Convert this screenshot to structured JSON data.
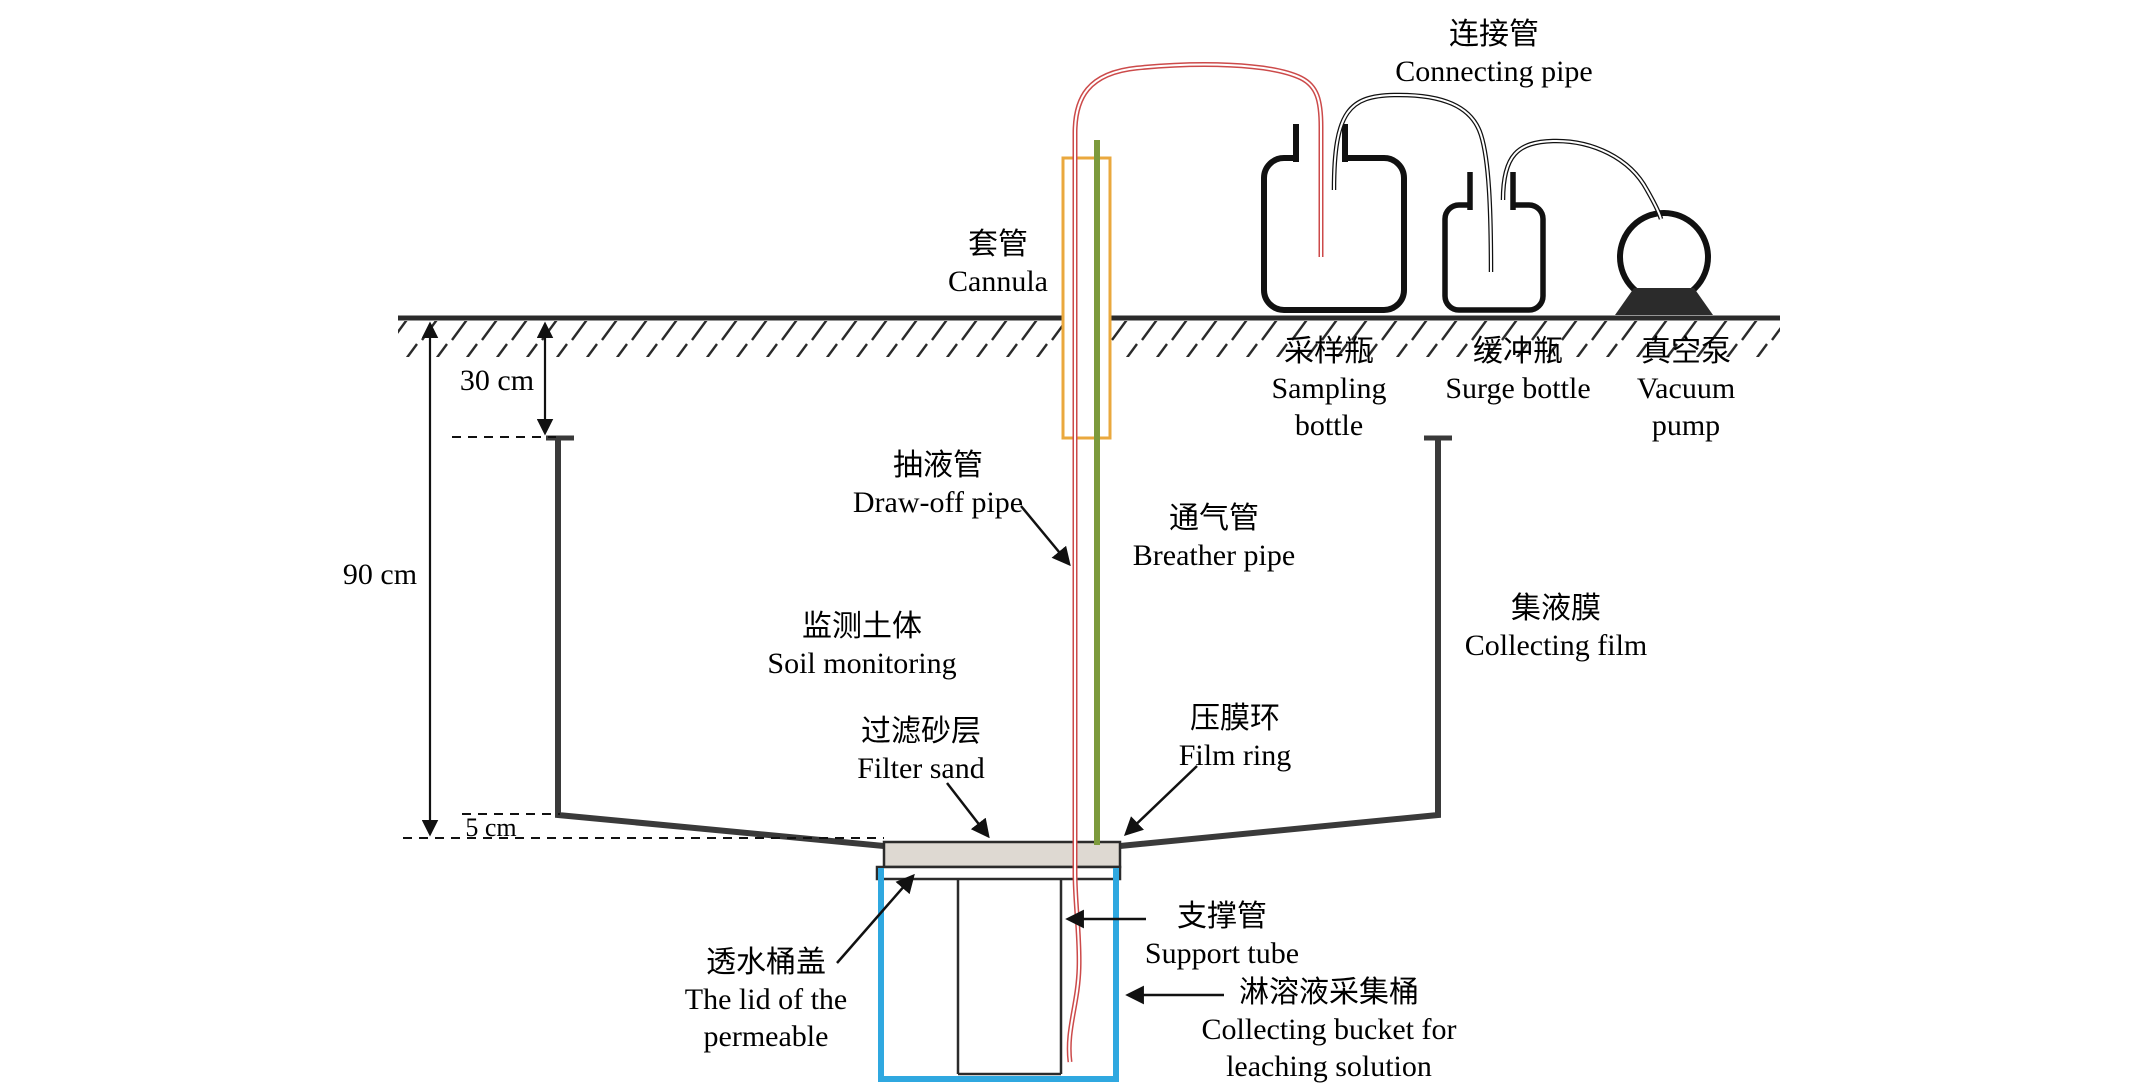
{
  "diagram": {
    "title_hint": "Soil leaching solution collection system schematic",
    "labels": {
      "connecting_pipe": {
        "zh": "连接管",
        "en": "Connecting pipe"
      },
      "cannula": {
        "zh": "套管",
        "en": "Cannula"
      },
      "sampling_bottle": {
        "zh": "采样瓶",
        "en1": "Sampling",
        "en2": "bottle"
      },
      "surge_bottle": {
        "zh": "缓冲瓶",
        "en": "Surge bottle"
      },
      "vacuum_pump": {
        "zh": "真空泵",
        "en1": "Vacuum",
        "en2": "pump"
      },
      "draw_off_pipe": {
        "zh": "抽液管",
        "en": "Draw-off pipe"
      },
      "breather_pipe": {
        "zh": "通气管",
        "en": "Breather pipe"
      },
      "soil_monitoring": {
        "zh": "监测土体",
        "en": "Soil monitoring"
      },
      "collecting_film": {
        "zh": "集液膜",
        "en": "Collecting film"
      },
      "filter_sand": {
        "zh": "过滤砂层",
        "en": "Filter sand"
      },
      "film_ring": {
        "zh": "压膜环",
        "en": "Film ring"
      },
      "support_tube": {
        "zh": "支撑管",
        "en": "Support tube"
      },
      "permeable_lid": {
        "zh": "透水桶盖",
        "en1": "The lid of the",
        "en2": "permeable"
      },
      "collecting_bucket": {
        "zh": "淋溶液采集桶",
        "en1": "Collecting bucket for",
        "en2": "leaching solution"
      }
    },
    "dimensions": {
      "depth_top": "30 cm",
      "depth_total": "90 cm",
      "sand_layer": "5 cm"
    },
    "colors": {
      "pipe_red": "#cc4a4a",
      "pipe_green": "#7c9a3c",
      "cannula_yellow": "#eaa83e",
      "bucket_blue": "#2fa8e0",
      "line_dark": "#2b2b2b",
      "sand_fill": "#ded9d2"
    }
  }
}
